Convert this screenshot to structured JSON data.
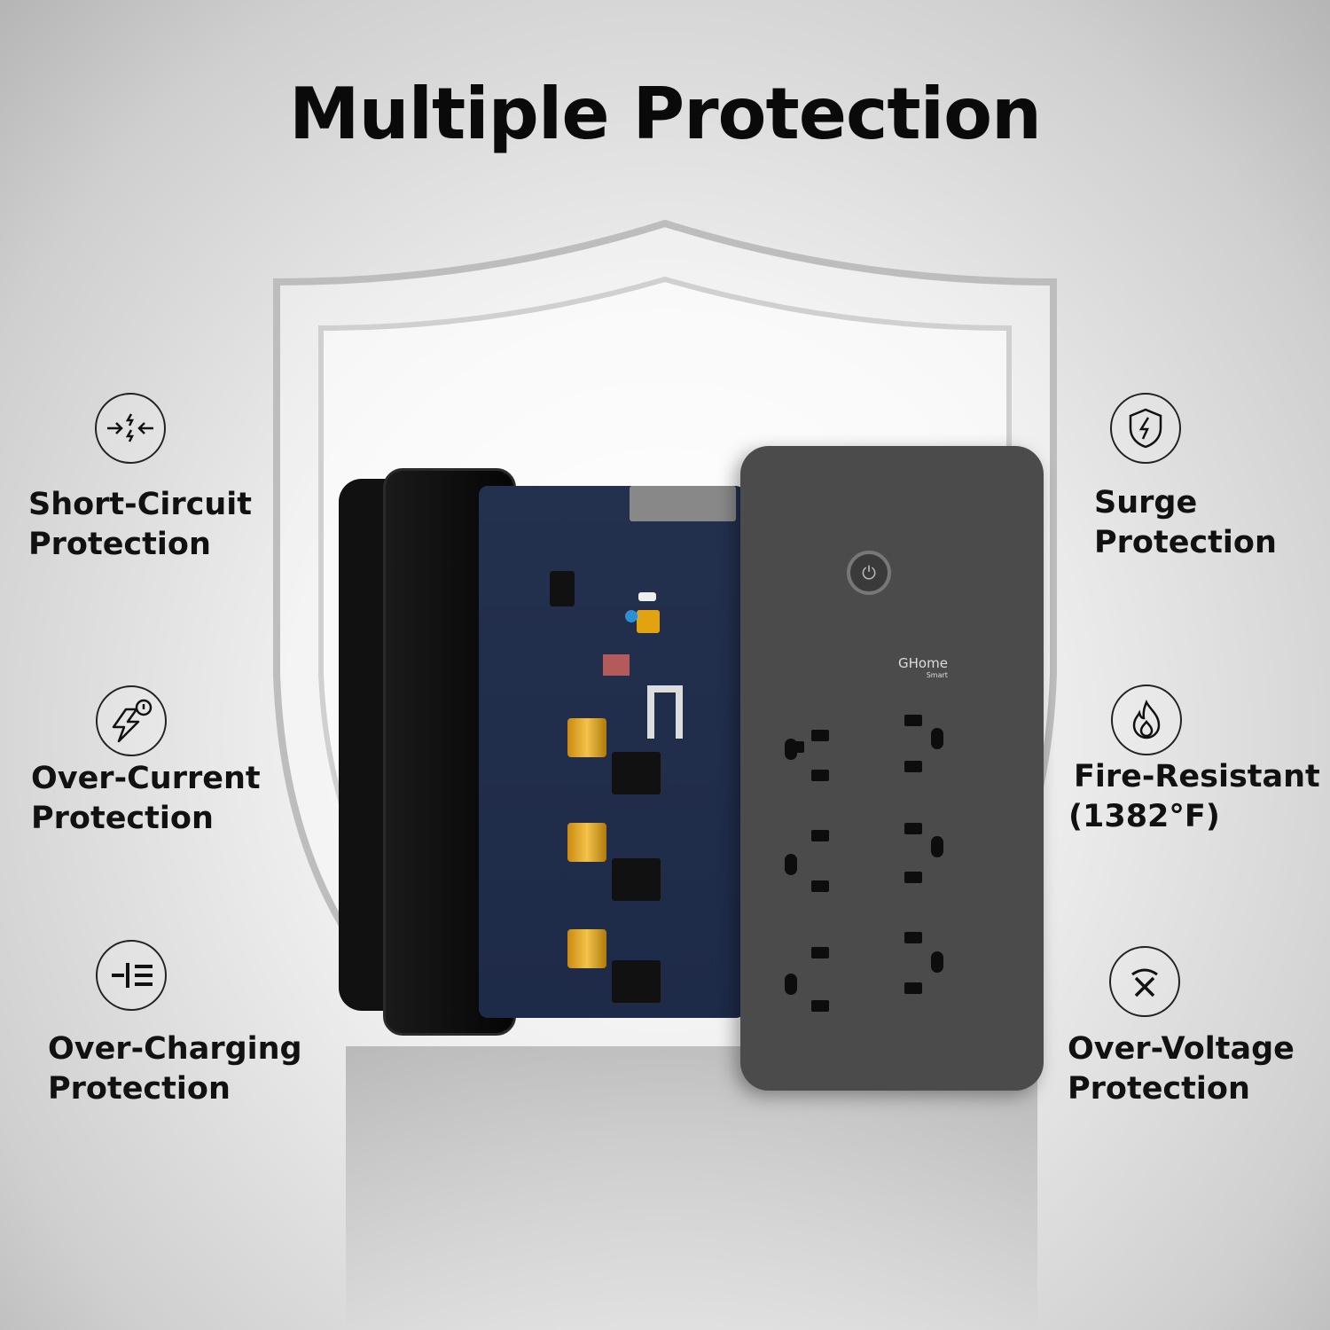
{
  "title": "Multiple Protection",
  "brand": "GHome",
  "brand_sub": "Smart",
  "features_left": [
    {
      "icon": "short-circuit-icon",
      "line1": "Short-Circuit",
      "line2": "Protection"
    },
    {
      "icon": "over-current-icon",
      "line1": "Over-Current",
      "line2": "Protection"
    },
    {
      "icon": "over-charging-icon",
      "line1": "Over-Charging",
      "line2": "Protection"
    }
  ],
  "features_right": [
    {
      "icon": "surge-shield-icon",
      "line1": "Surge",
      "line2": "Protection"
    },
    {
      "icon": "flame-icon",
      "line1": "Fire-Resistant",
      "line2": "(1382°F)"
    },
    {
      "icon": "over-voltage-icon",
      "line1": "Over-Voltage",
      "line2": "Protection"
    }
  ]
}
